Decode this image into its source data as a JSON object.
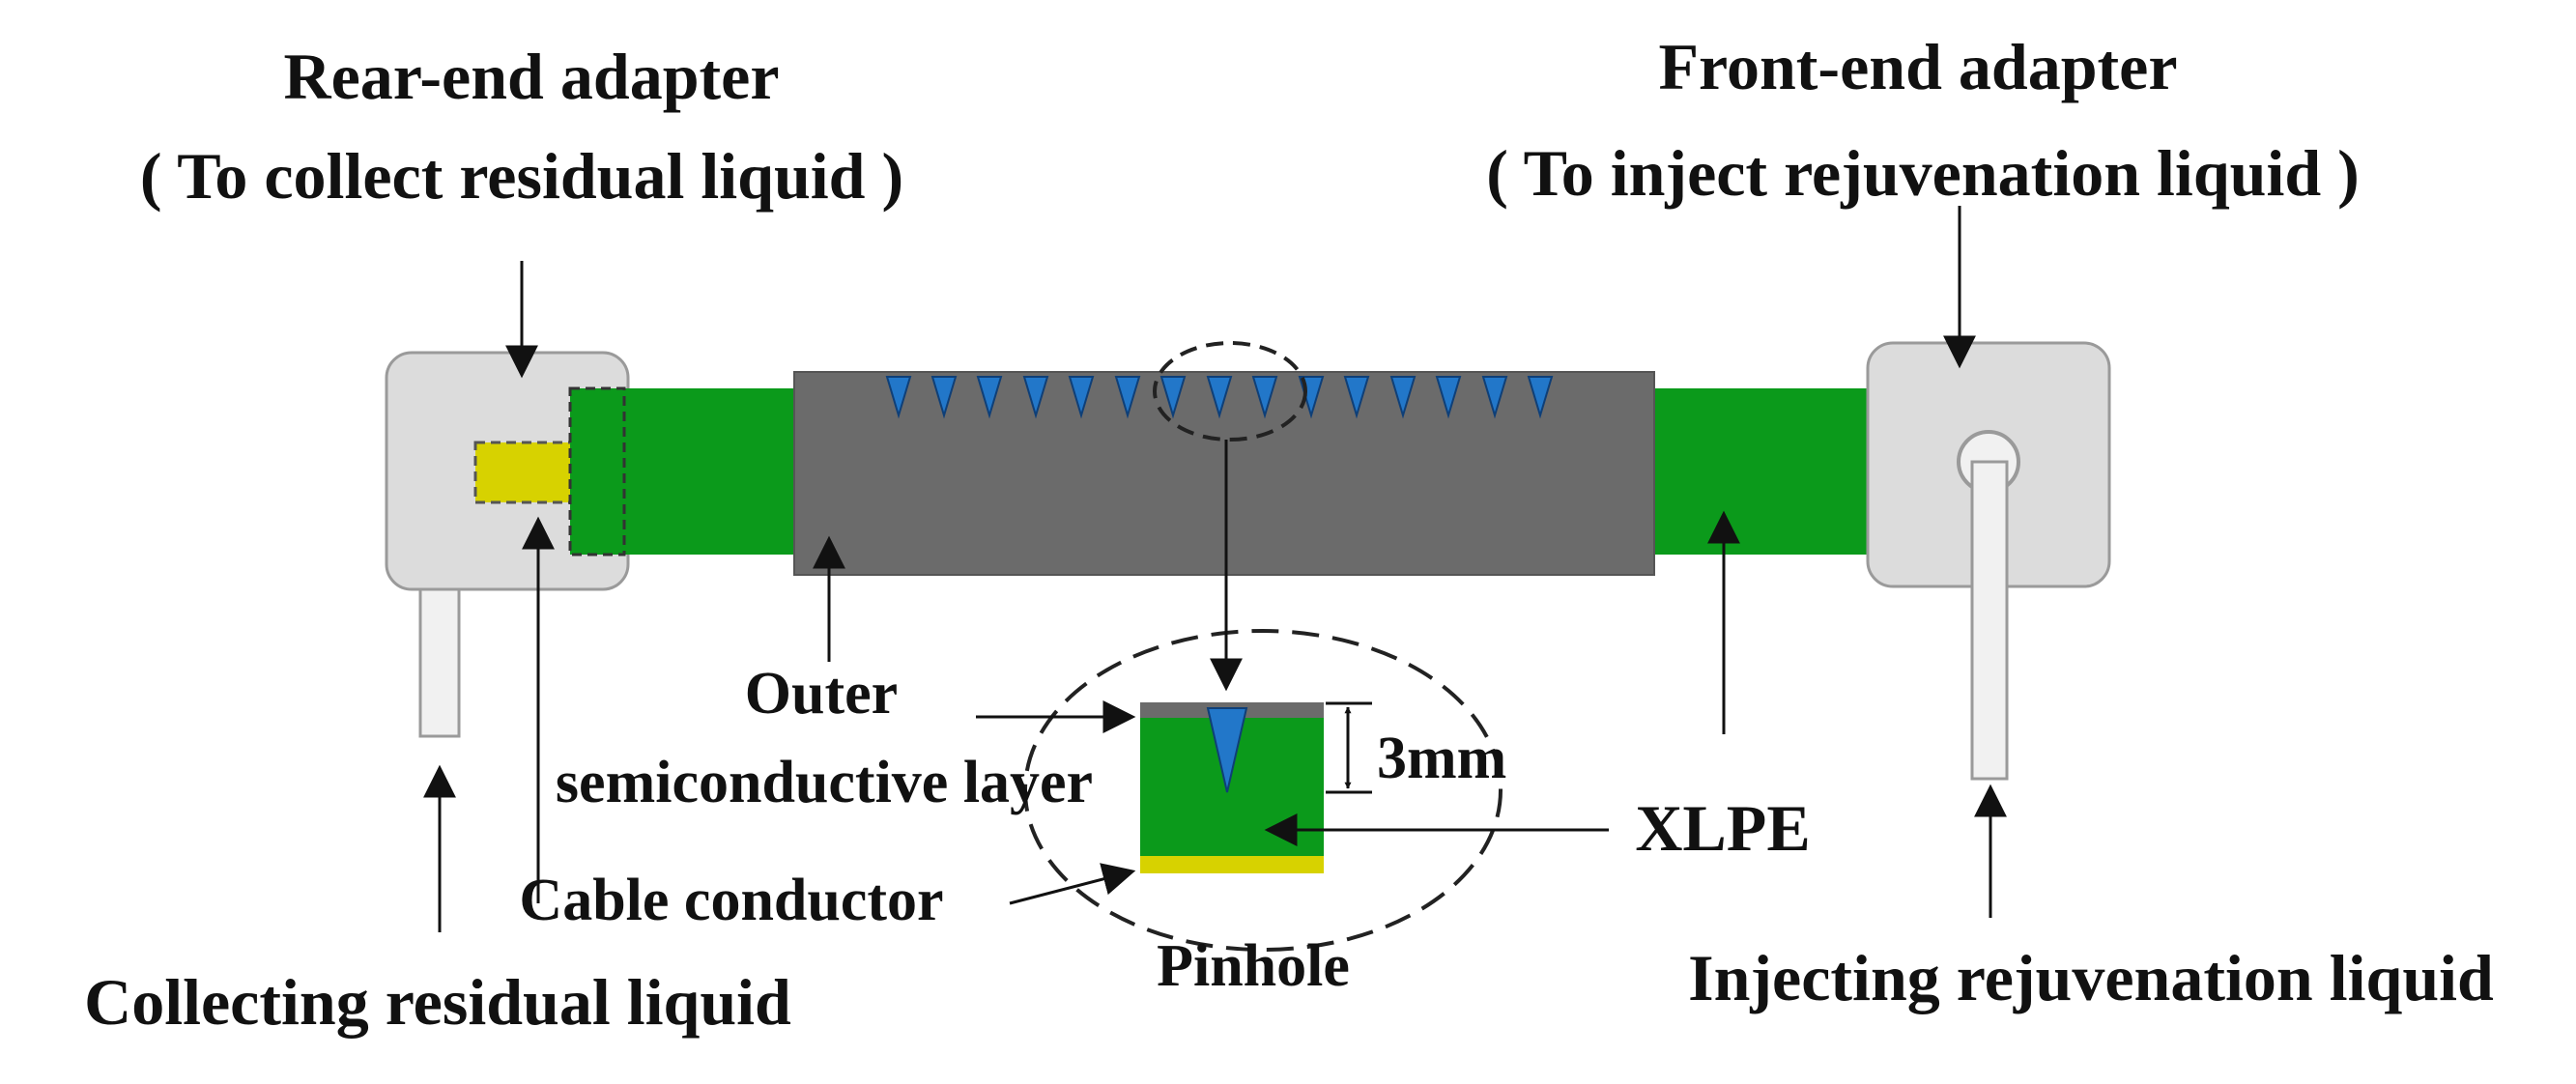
{
  "labels": {
    "rear_adapter_title": "Rear-end adapter",
    "rear_adapter_note": "( To collect residual liquid )",
    "front_adapter_title": "Front-end adapter",
    "front_adapter_note": "( To inject rejuvenation liquid )",
    "outer_line1": "Outer",
    "outer_line2": "semiconductive layer",
    "dimension": "3mm",
    "xlpe": "XLPE",
    "cable_conductor": "Cable conductor",
    "pinhole": "Pinhole",
    "collecting": "Collecting residual liquid",
    "injecting": "Injecting rejuvenation liquid"
  },
  "colors": {
    "green": "#0b9a1b",
    "outer_layer": "#6b6b6b",
    "adapter": "#dcdcdc",
    "adapter_border": "#9a9a9a",
    "conductor": "#d7d200",
    "pinhole": "#2277c9",
    "tube": "#f1f1f1"
  }
}
